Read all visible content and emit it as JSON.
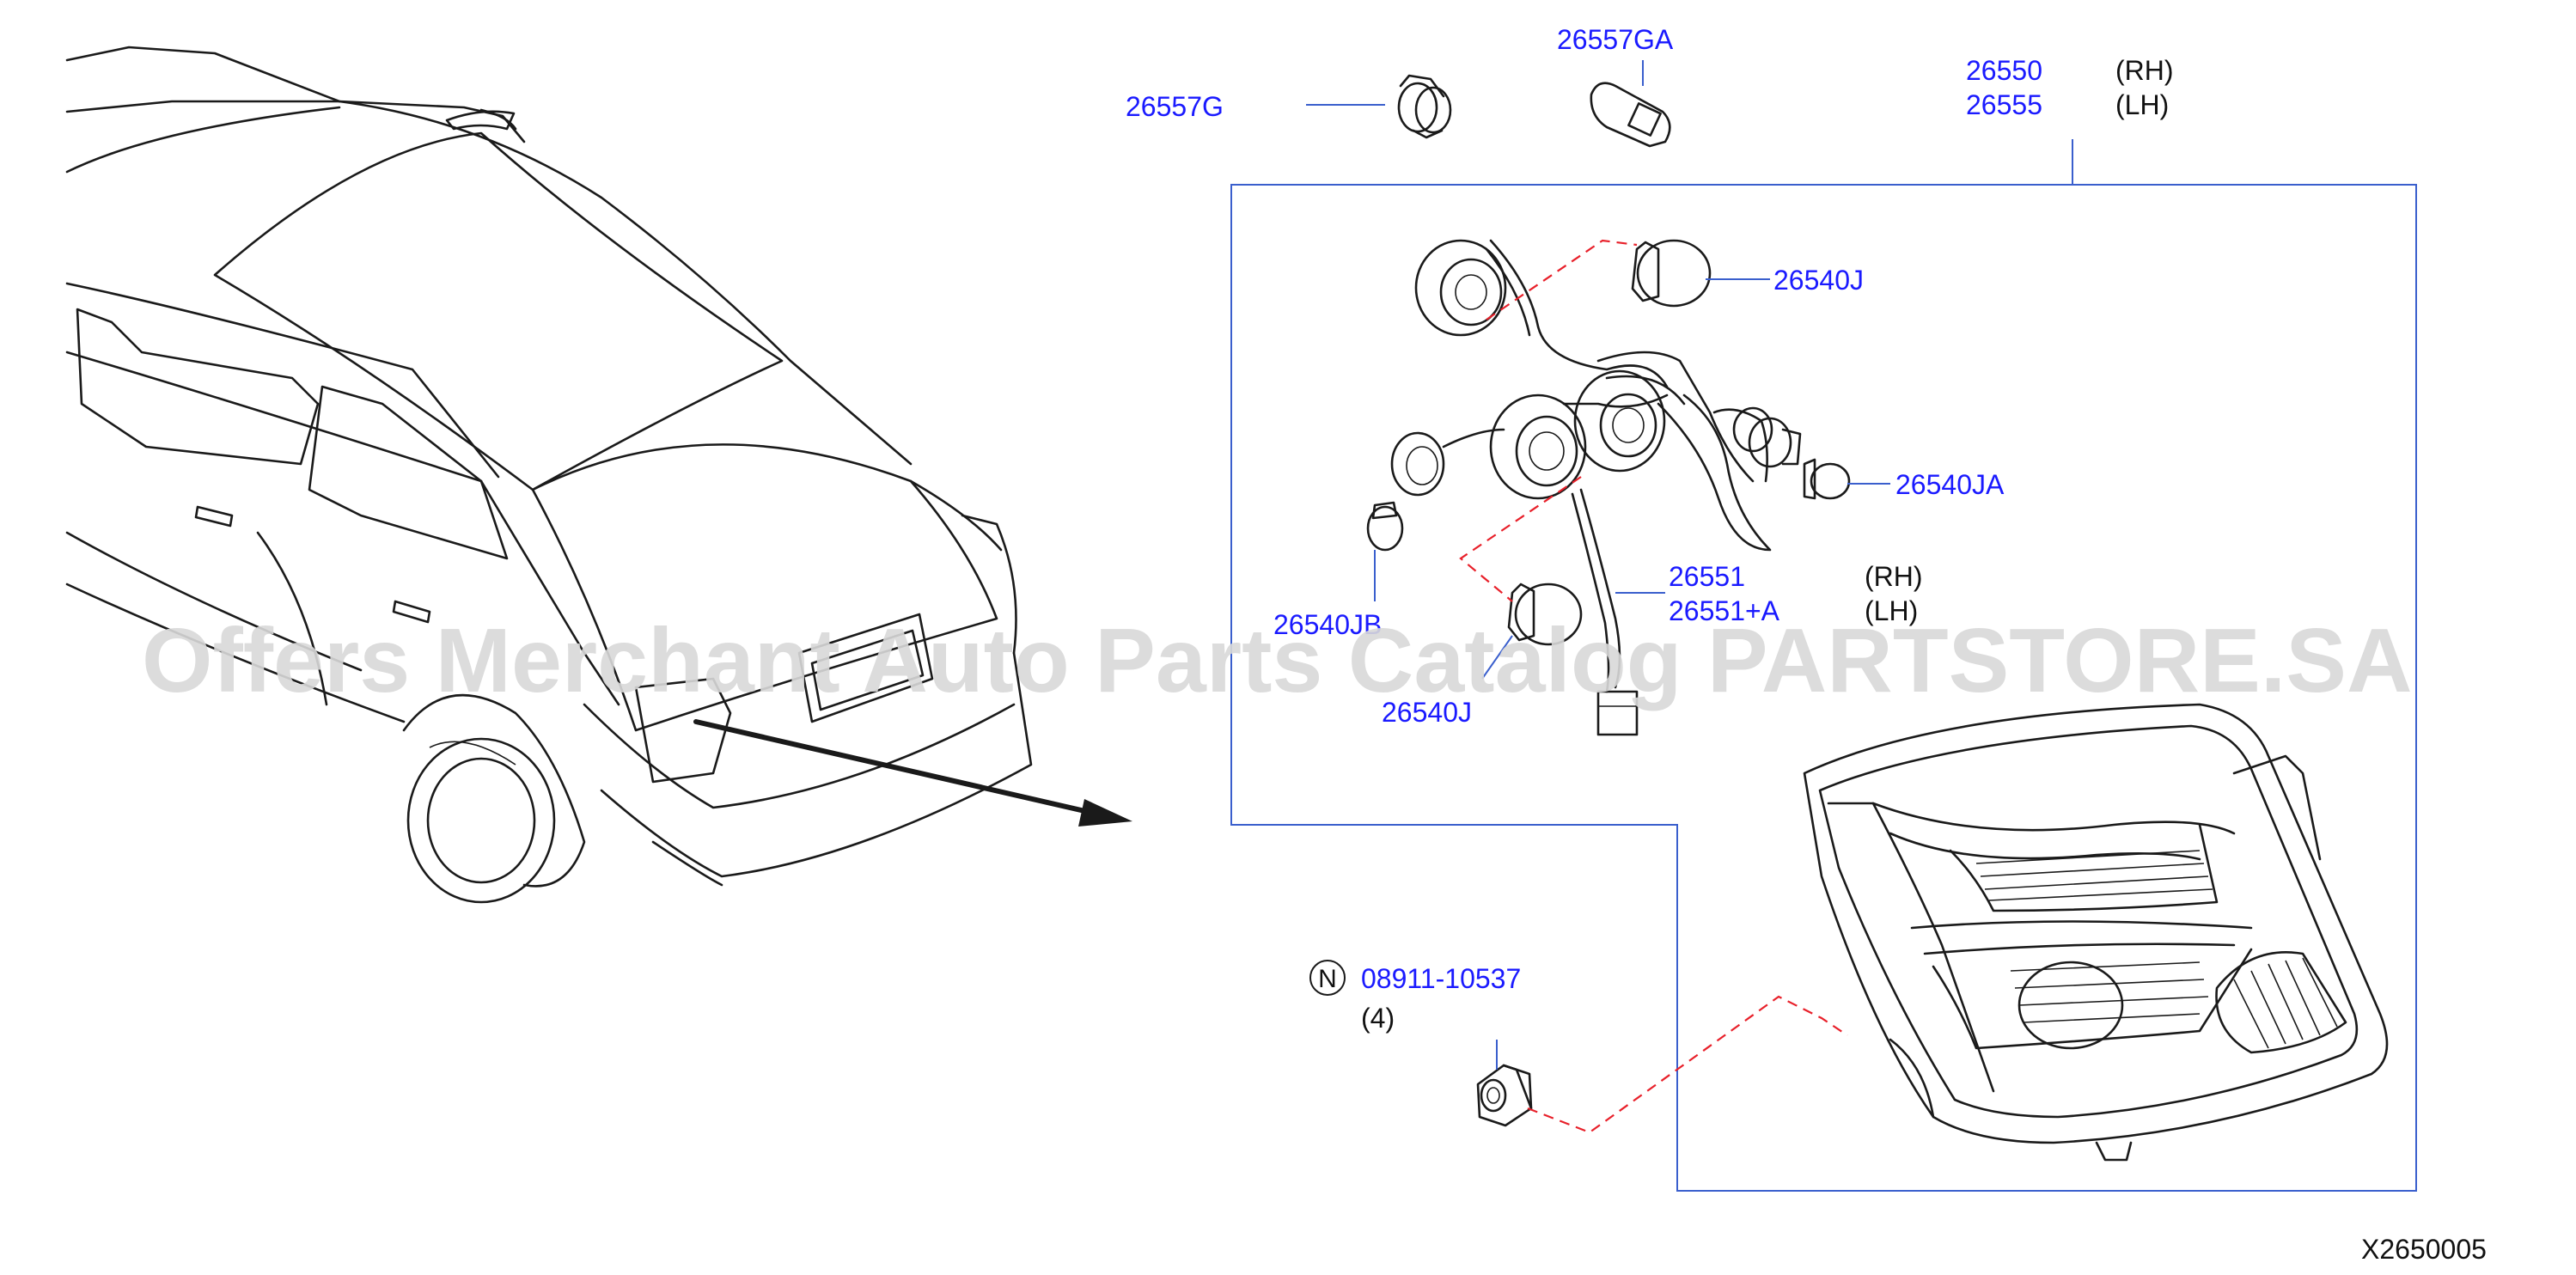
{
  "diagram": {
    "parts": {
      "p26557G": "26557G",
      "p26557GA": "26557GA",
      "p26550": "26550",
      "p26555": "26555",
      "rh_top": "(RH)",
      "lh_top": "(LH)",
      "p26540J_top": "26540J",
      "p26540JA": "26540JA",
      "p26540JB": "26540JB",
      "p26551": "26551",
      "p26551A": "26551+A",
      "rh_mid": "(RH)",
      "lh_mid": "(LH)",
      "p26540J_bottom": "26540J",
      "nut_part": "08911-10537",
      "nut_symbol": "N",
      "nut_qty": "(4)"
    },
    "watermark": "Offers Merchant Auto Parts Catalog PARTSTORE.SA",
    "drawing_code": "X2650005",
    "colors": {
      "part_number": "#1a1aff",
      "frame": "#3a5fcd",
      "reference_dash": "#e8202a",
      "line_art": "#1a1a1a",
      "watermark": "#d9d9d9"
    }
  }
}
